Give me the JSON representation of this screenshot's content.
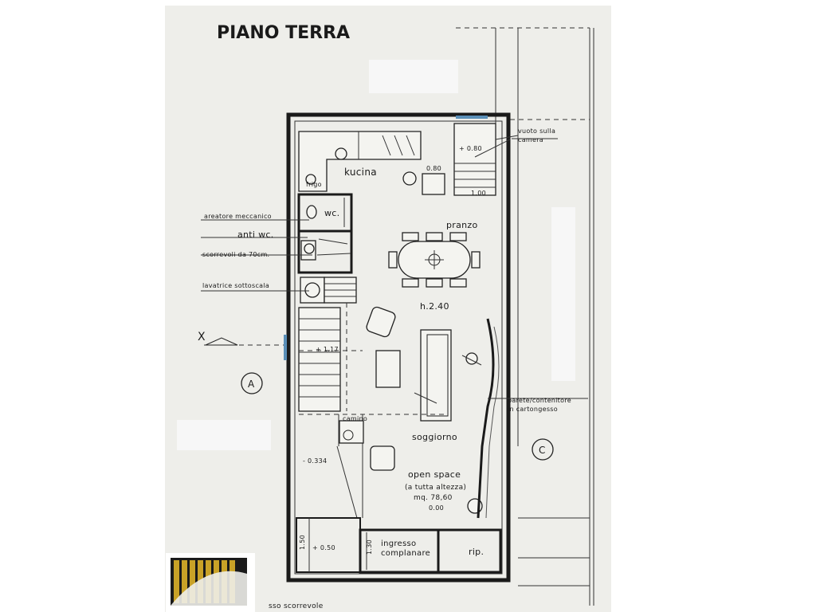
{
  "plan": {
    "title": "PIANO TERRA",
    "rooms": {
      "kitchen": "kucina",
      "fridge": "frigo",
      "wc": "wc.",
      "anti_wc": "anti wc.",
      "dining": "pranzo",
      "height": "h.2.40",
      "fireplace": "camino",
      "living": "soggiorno",
      "open_space": "open space",
      "full_height": "(a tutta altezza)",
      "area": "mq. 78,60",
      "entrance_line1": "ingresso",
      "entrance_line2": "complanare",
      "storage": "rip.",
      "void_line1": "vuoto sulla",
      "void_line2": "camera"
    },
    "levels": {
      "void": "+ 0.80",
      "step": "0.80",
      "dim_100": "1.00",
      "stair": "+ 1.17",
      "lower": "- 0.334",
      "ground": "0.00",
      "entry": "+ 0.50",
      "dim_150": "1.50",
      "dim_130": "1.30"
    },
    "annotations": {
      "fan": "areatore meccanico",
      "sliding": "scorrevoli da 70cm.",
      "washer": "lavatrice sottoscala",
      "partition_line1": "parete/contenitore",
      "partition_line2": "in cartongesso",
      "sliding_bottom": "sso scorrevole"
    },
    "markers": {
      "section": "X",
      "axis_a": "A",
      "axis_c": "C"
    }
  },
  "colors": {
    "paper": "#eeeeea",
    "ink": "#1a1a1a",
    "glass": "#5a8fb8",
    "logo_gold": "#c9a227"
  },
  "logo": {
    "name": "logo-emblem"
  }
}
